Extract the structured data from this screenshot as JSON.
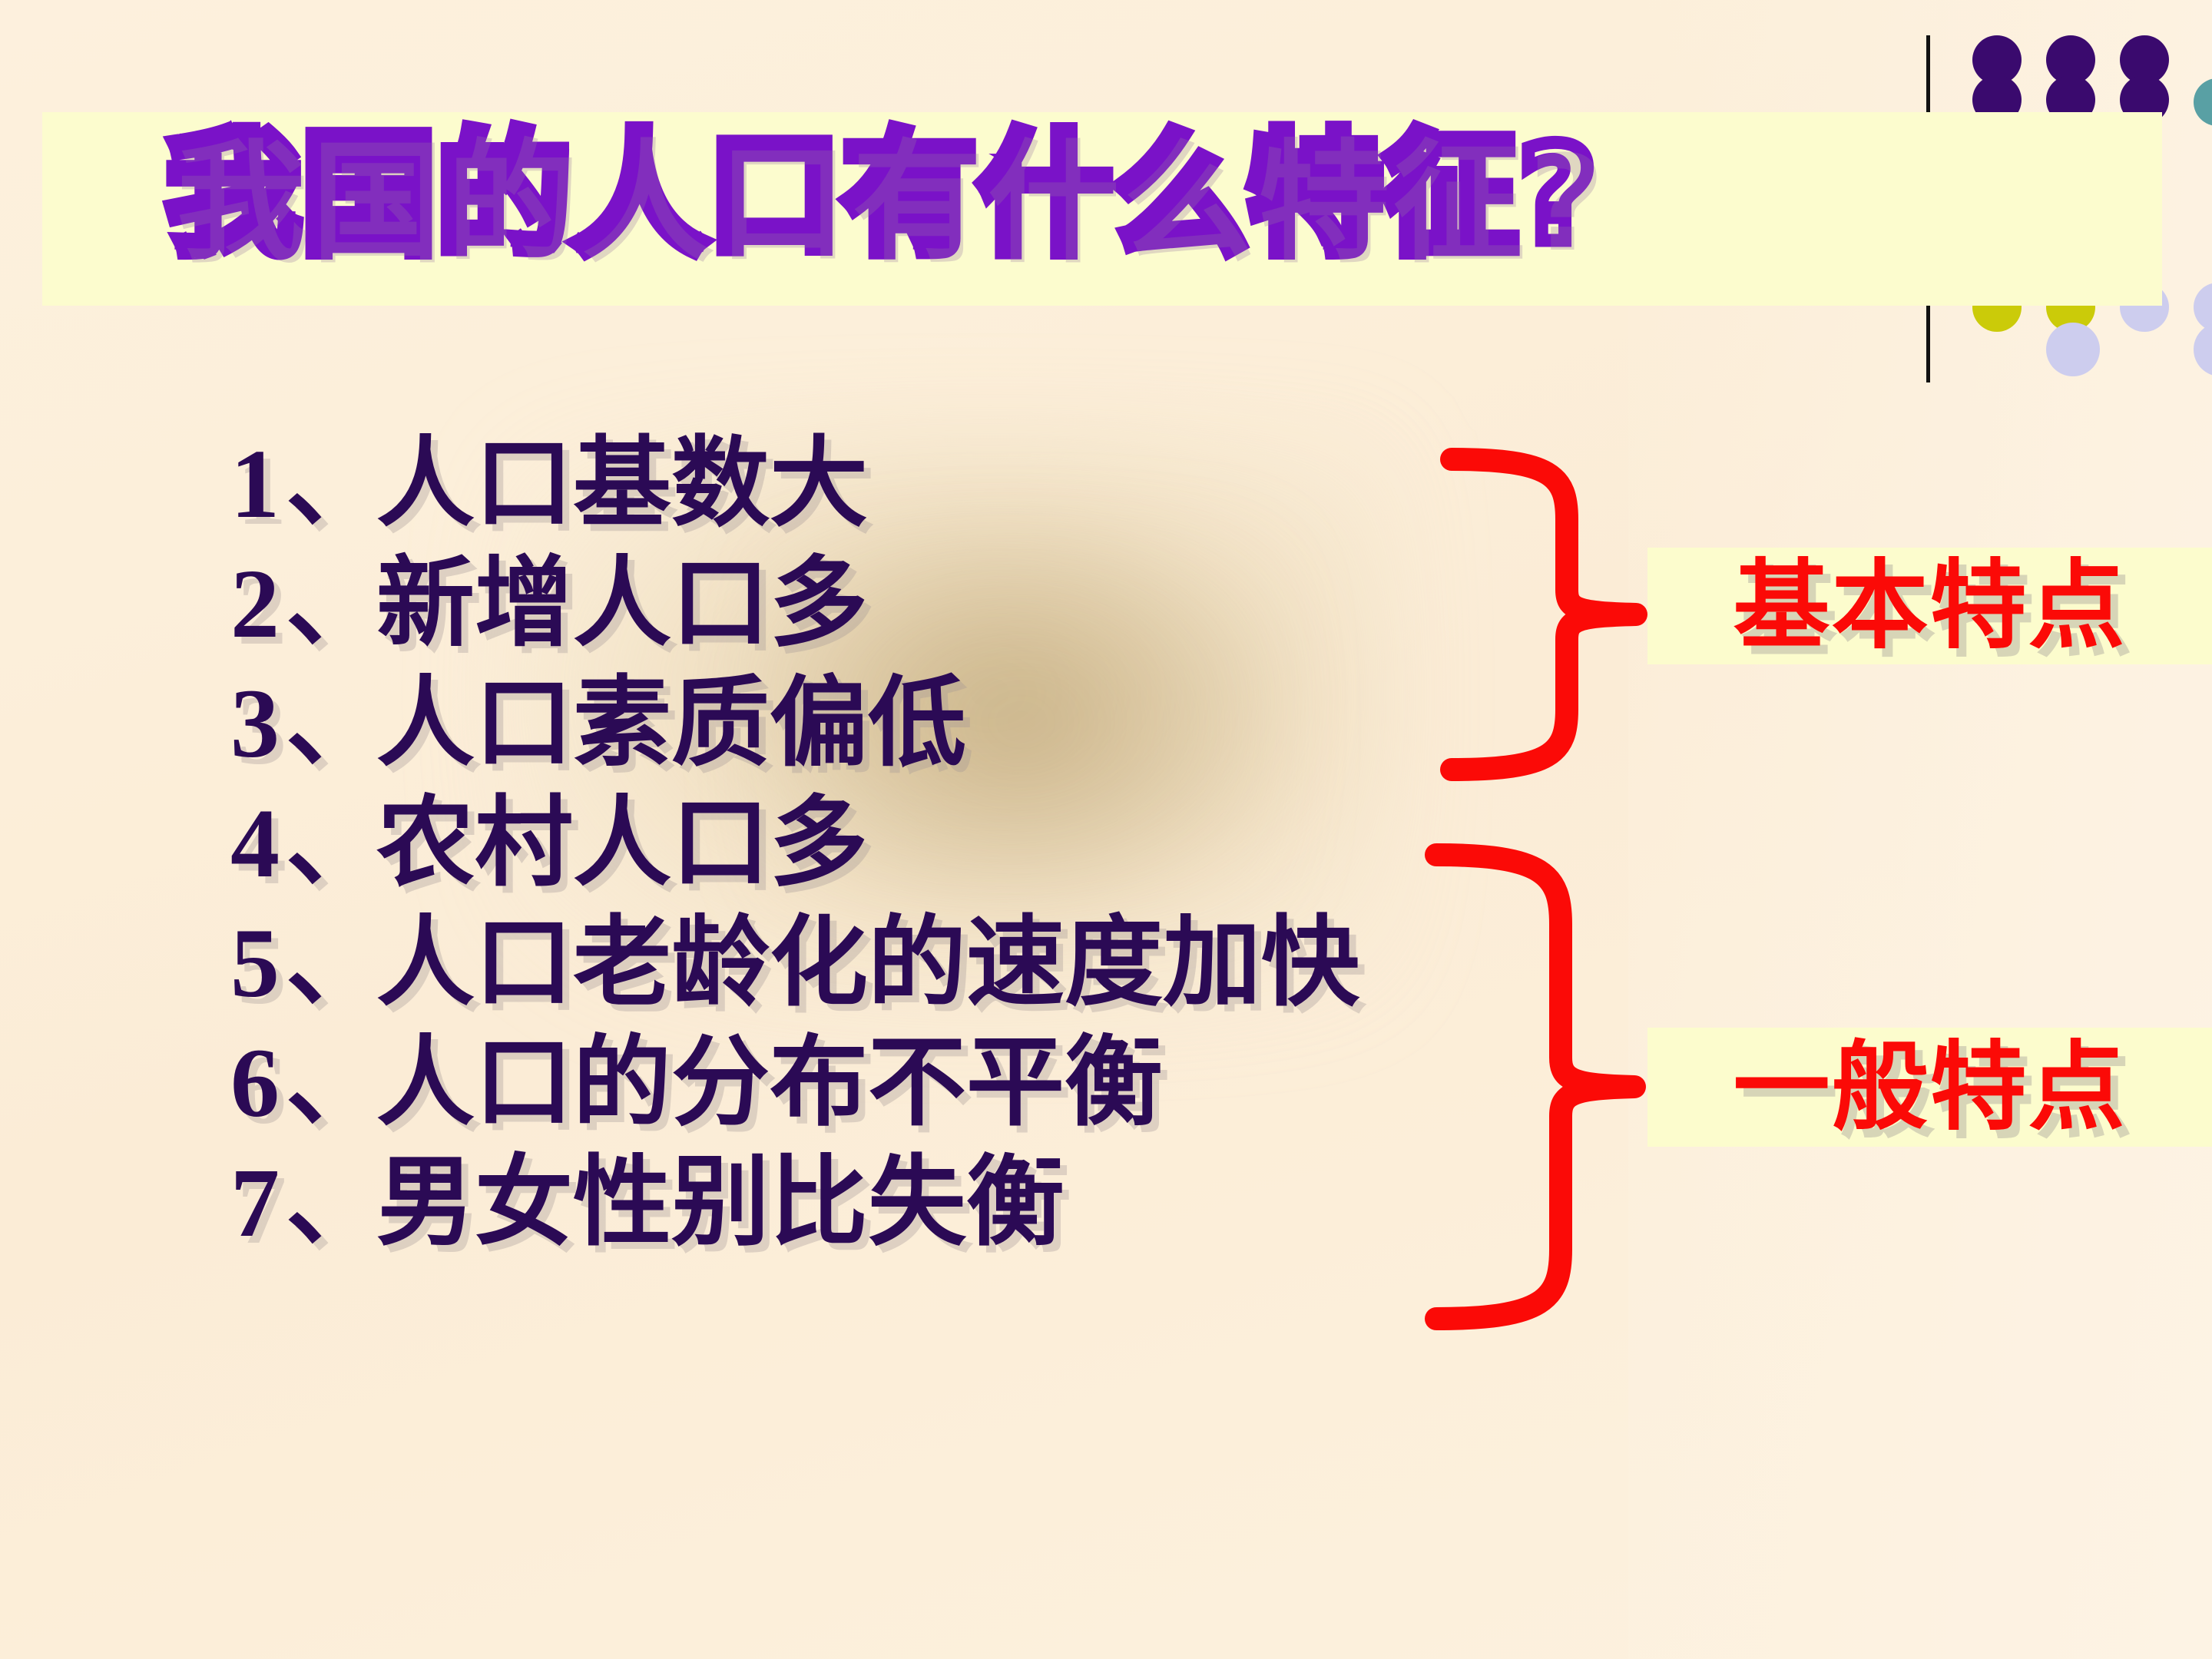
{
  "slide": {
    "title": "我国的人口有什么特征?",
    "background_color": "#fcefda",
    "banner_color": "#fcfcce",
    "title_color": "#7a12c8",
    "list_text_color": "#2b0a55",
    "accent_red": "#fb0a07"
  },
  "list": {
    "items": [
      {
        "num": "1",
        "sep": "、",
        "text": "人口基数大"
      },
      {
        "num": "2",
        "sep": "、",
        "text": "新增人口多"
      },
      {
        "num": "3",
        "sep": "、",
        "text": "人口素质偏低"
      },
      {
        "num": "4",
        "sep": "、",
        "text": "农村人口多"
      },
      {
        "num": "5",
        "sep": "、",
        "text": "人口老龄化的速度加快"
      },
      {
        "num": "6",
        "sep": "、",
        "text": "人口的分布不平衡"
      },
      {
        "num": "7",
        "sep": "、",
        "text": "男女性别比失衡"
      }
    ]
  },
  "groups": [
    {
      "label": "基本特点",
      "covers": "1-3"
    },
    {
      "label": "一般特点",
      "covers": "4-7"
    }
  ],
  "decoration": {
    "dots_top": [
      {
        "color": "#3a0a6e"
      },
      {
        "color": "#3a0a6e"
      },
      {
        "color": "#3a0a6e"
      },
      {
        "color": "#3a0a6e"
      },
      {
        "color": "#3a0a6e"
      },
      {
        "color": "#3a0a6e"
      },
      {
        "color": "#59a0a4"
      }
    ],
    "dots_bottom": [
      {
        "color": "#cbcb09"
      },
      {
        "color": "#cbcb09"
      },
      {
        "color": "#cdcdee"
      },
      {
        "color": "#cdcdee"
      },
      {
        "color": "#cdcdee"
      },
      {
        "color": "#cdcdee"
      }
    ],
    "rule_color": "#111111"
  }
}
